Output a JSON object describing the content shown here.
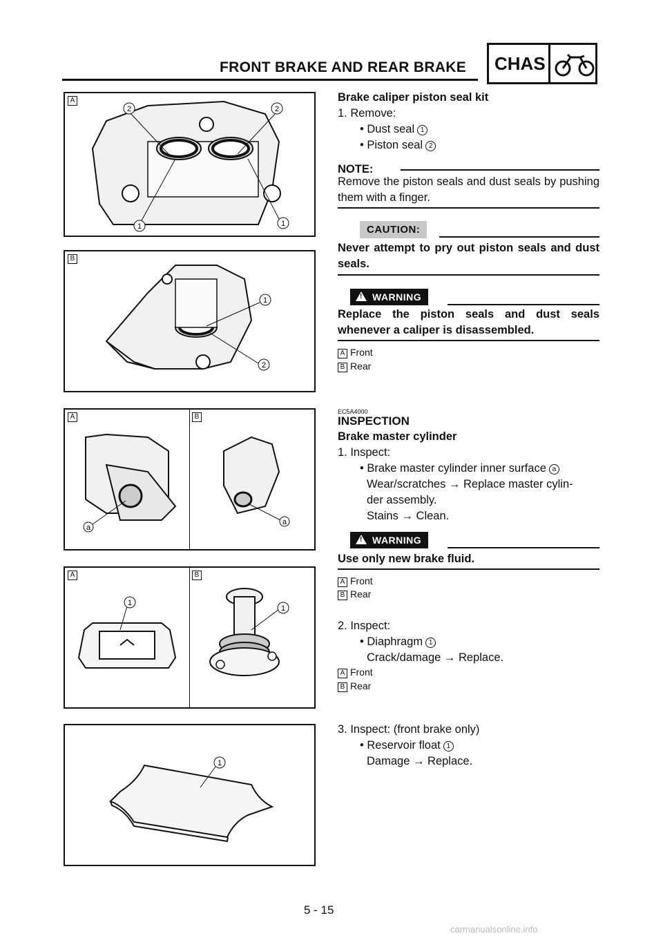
{
  "header": {
    "title": "FRONT BRAKE AND REAR BRAKE",
    "section_code": "CHAS",
    "section_icon": "motorcycle-icon"
  },
  "figures": {
    "fig1": {
      "label": "A",
      "callouts": [
        "2",
        "2",
        "1",
        "1"
      ]
    },
    "fig2": {
      "label": "B",
      "callouts": [
        "1",
        "2"
      ]
    },
    "fig3": {
      "labels": [
        "A",
        "B"
      ],
      "callouts": [
        "a",
        "a"
      ]
    },
    "fig4": {
      "labels": [
        "A",
        "B"
      ],
      "callouts": [
        "1",
        "1"
      ]
    },
    "fig5": {
      "callouts": [
        "1"
      ]
    }
  },
  "seal_kit": {
    "heading": "Brake caliper piston seal kit",
    "step1": "1. Remove:",
    "item1": "Dust seal",
    "item1_ref": "1",
    "item2": "Piston seal",
    "item2_ref": "2",
    "note_label": "NOTE:",
    "note_text": "Remove the piston seals and dust seals by pushing them with a finger.",
    "caution_label": "CAUTION:",
    "caution_text": "Never attempt to pry out piston seals and dust seals.",
    "warning_label": "WARNING",
    "warning_text": "Replace the piston seals and dust seals whenever a caliper is disassembled.",
    "legend_a_key": "A",
    "legend_a": "Front",
    "legend_b_key": "B",
    "legend_b": "Rear"
  },
  "inspection": {
    "code": "EC5A4000",
    "heading": "INSPECTION",
    "subheading": "Brake master cylinder",
    "step1": "1. Inspect:",
    "item1": "Brake master cylinder inner surface",
    "item1_ref": "a",
    "item1_line1": "Wear/scratches → Replace master cylin-",
    "item1_line2": "der assembly.",
    "item1_line3": "Stains → Clean.",
    "warning_label": "WARNING",
    "warning_text": "Use only new brake fluid.",
    "legend1_a_key": "A",
    "legend1_a": "Front",
    "legend1_b_key": "B",
    "legend1_b": "Rear",
    "step2": "2. Inspect:",
    "item2": "Diaphragm",
    "item2_ref": "1",
    "item2_line1": "Crack/damage → Replace.",
    "legend2_a_key": "A",
    "legend2_a": "Front",
    "legend2_b_key": "B",
    "legend2_b": "Rear",
    "step3": "3. Inspect: (front brake only)",
    "item3": "Reservoir float",
    "item3_ref": "1",
    "item3_line1": "Damage → Replace."
  },
  "footer": {
    "page_number": "5 - 15",
    "watermark": "carmanualsonline.info"
  }
}
